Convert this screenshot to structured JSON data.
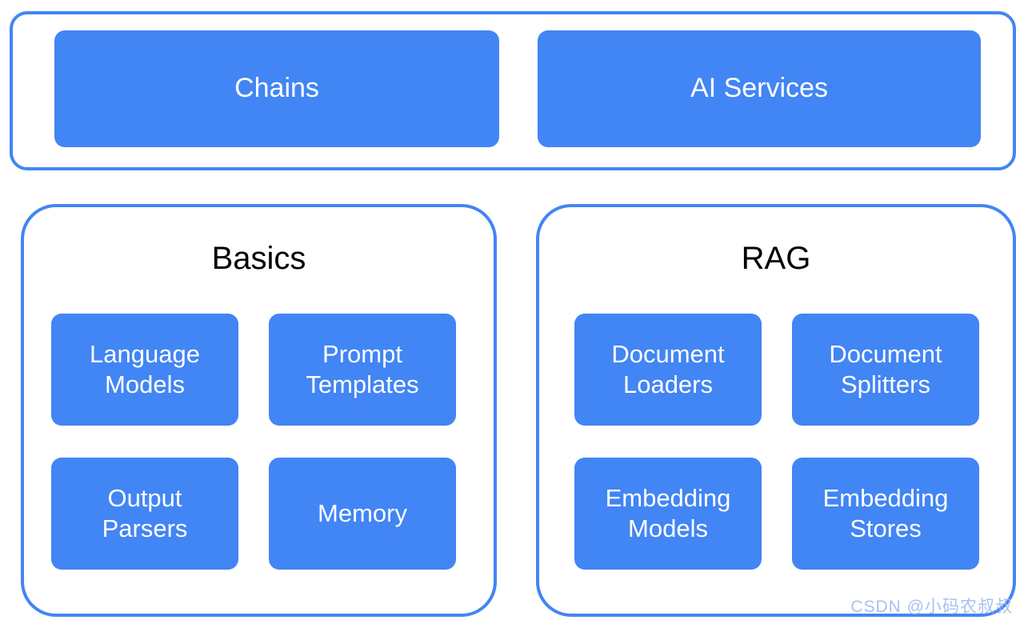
{
  "diagram": {
    "top_group": {
      "name": "top-layer",
      "cards": [
        {
          "id": "chains",
          "label": "Chains"
        },
        {
          "id": "ai-services",
          "label": "AI Services"
        }
      ]
    },
    "groups": [
      {
        "id": "basics",
        "title": "Basics",
        "cards": [
          {
            "id": "language-models",
            "label": "Language\nModels"
          },
          {
            "id": "prompt-templates",
            "label": "Prompt\nTemplates"
          },
          {
            "id": "output-parsers",
            "label": "Output\nParsers"
          },
          {
            "id": "memory",
            "label": "Memory"
          }
        ]
      },
      {
        "id": "rag",
        "title": "RAG",
        "cards": [
          {
            "id": "document-loaders",
            "label": "Document\nLoaders"
          },
          {
            "id": "document-splitters",
            "label": "Document\nSplitters"
          },
          {
            "id": "embedding-models",
            "label": "Embedding\nModels"
          },
          {
            "id": "embedding-stores",
            "label": "Embedding\nStores"
          }
        ]
      }
    ],
    "watermark": "CSDN @小码农叔叔",
    "colors": {
      "card_fill": "#4285F4",
      "group_stroke": "#4285F4",
      "card_text": "#FFFFFF",
      "title_text": "#000000",
      "background": "#FFFFFF",
      "watermark_text": "#9BB8E8"
    }
  }
}
